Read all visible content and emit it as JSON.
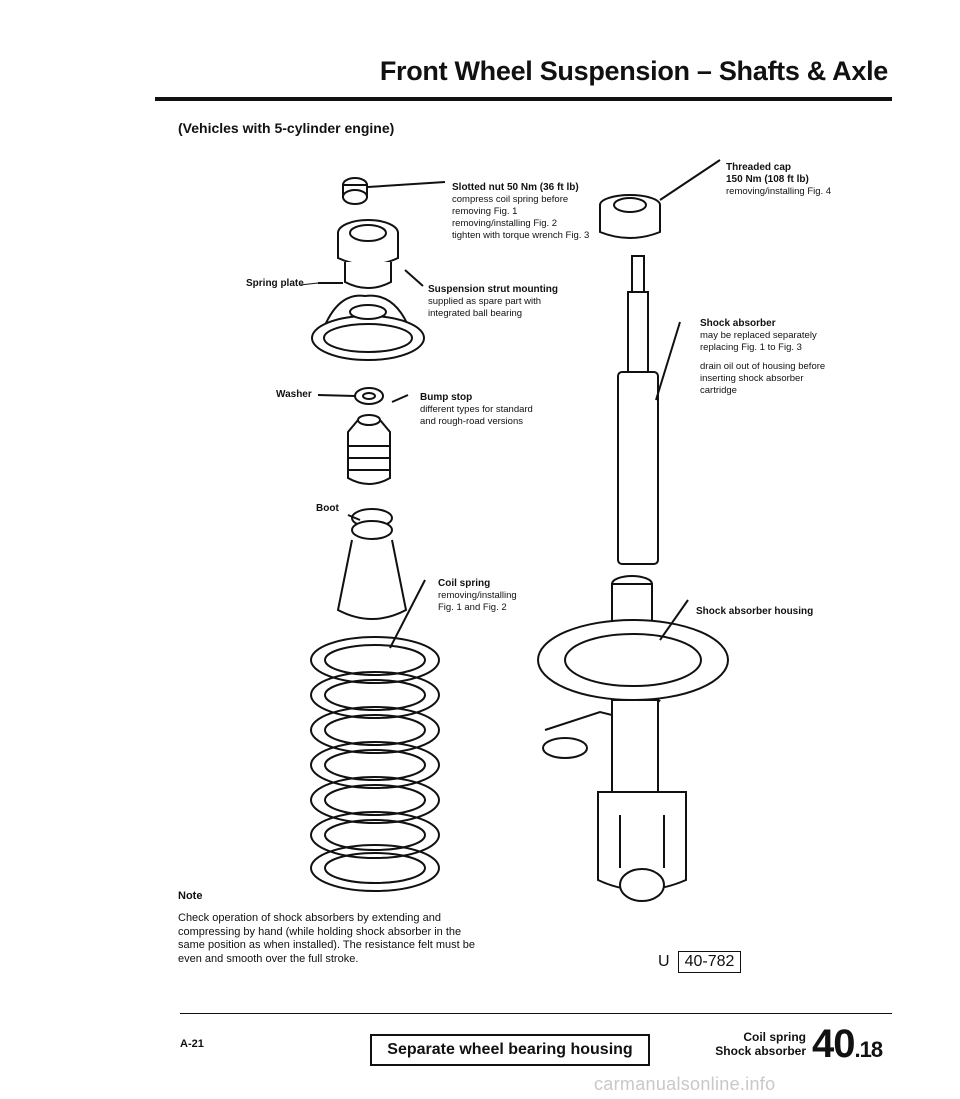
{
  "header": {
    "title": "Front Wheel Suspension – Shafts & Axle",
    "subtitle": "(Vehicles with 5-cylinder engine)"
  },
  "callouts": {
    "slotted_nut": {
      "title": "Slotted nut 50 Nm (36 ft lb)",
      "lines": [
        "compress coil spring before",
        "removing Fig. 1",
        "removing/installing Fig. 2",
        "tighten with torque wrench Fig. 3"
      ]
    },
    "threaded_cap": {
      "title": "Threaded cap",
      "line1": "150 Nm (108 ft lb)",
      "line2": "removing/installing Fig. 4"
    },
    "spring_plate": "Spring plate",
    "strut_mounting": {
      "title": "Suspension strut mounting",
      "lines": [
        "supplied as spare part with",
        "integrated ball bearing"
      ]
    },
    "shock_absorber": {
      "title": "Shock absorber",
      "lines": [
        "may be replaced separately",
        "replacing Fig. 1 to Fig. 3"
      ],
      "lines2": [
        "drain oil out of housing before",
        "inserting shock absorber",
        "cartridge"
      ]
    },
    "washer": "Washer",
    "bump_stop": {
      "title": "Bump stop",
      "lines": [
        "different types for standard",
        "and rough-road versions"
      ]
    },
    "boot": "Boot",
    "coil_spring": {
      "title": "Coil spring",
      "lines": [
        "removing/installing",
        "Fig. 1 and Fig. 2"
      ]
    },
    "housing": "Shock absorber housing"
  },
  "note": {
    "heading": "Note",
    "text": "Check operation of shock absorbers by extending and compressing by hand (while holding shock absorber in the same position as when installed). The resistance felt must be even and smooth over the full stroke."
  },
  "figure_ref": {
    "prefix": "U",
    "code": "40-782"
  },
  "footer": {
    "page": "A-21",
    "tab_label": "Separate wheel bearing housing",
    "section_line1": "Coil spring",
    "section_line2": "Shock absorber",
    "section_major": "40",
    "section_minor": ".18",
    "watermark": "carmanualsonline.info"
  }
}
